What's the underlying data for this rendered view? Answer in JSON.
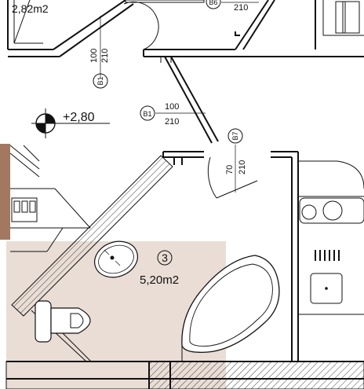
{
  "rooms": {
    "top_left_area": "2,82m2",
    "bath_number": "3",
    "bath_area": "5,20m2"
  },
  "level": {
    "value": "+2,80"
  },
  "doors": {
    "b6": {
      "tag": "B6",
      "dim": "210"
    },
    "b1_vertical": {
      "tag": "B1",
      "width": "100",
      "height": "210"
    },
    "b1_horizontal": {
      "tag": "B1",
      "width": "100",
      "height": "210"
    },
    "b7": {
      "tag": "B7",
      "width": "70",
      "height": "210"
    }
  },
  "colors": {
    "bath_fill": "#e9ddd5",
    "wood_strip": "#a47760",
    "ink": "#111111"
  }
}
